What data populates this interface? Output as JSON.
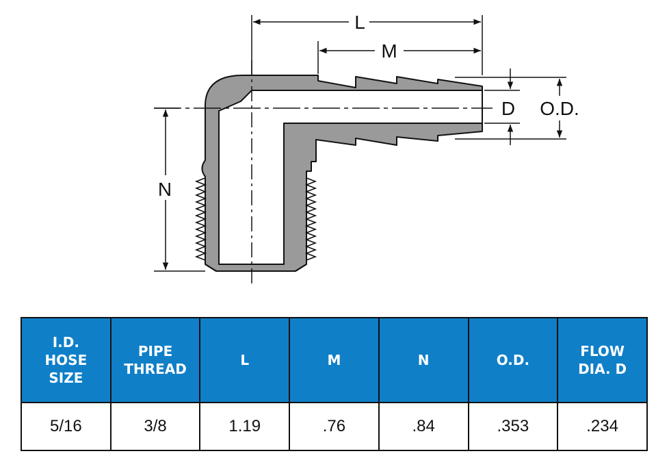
{
  "diagram": {
    "labels": {
      "L": "L",
      "M": "M",
      "N": "N",
      "D": "D",
      "OD": "O.D."
    }
  },
  "table": {
    "headers": [
      [
        "I.D.",
        "HOSE",
        "SIZE"
      ],
      [
        "PIPE",
        "THREAD"
      ],
      [
        "L"
      ],
      [
        "M"
      ],
      [
        "N"
      ],
      [
        "O.D."
      ],
      [
        "FLOW",
        "DIA. D"
      ]
    ],
    "rows": [
      [
        "5/16",
        "3/8",
        "1.19",
        ".76",
        ".84",
        ".353",
        ".234"
      ]
    ],
    "header_color": "#0f7fc8"
  }
}
